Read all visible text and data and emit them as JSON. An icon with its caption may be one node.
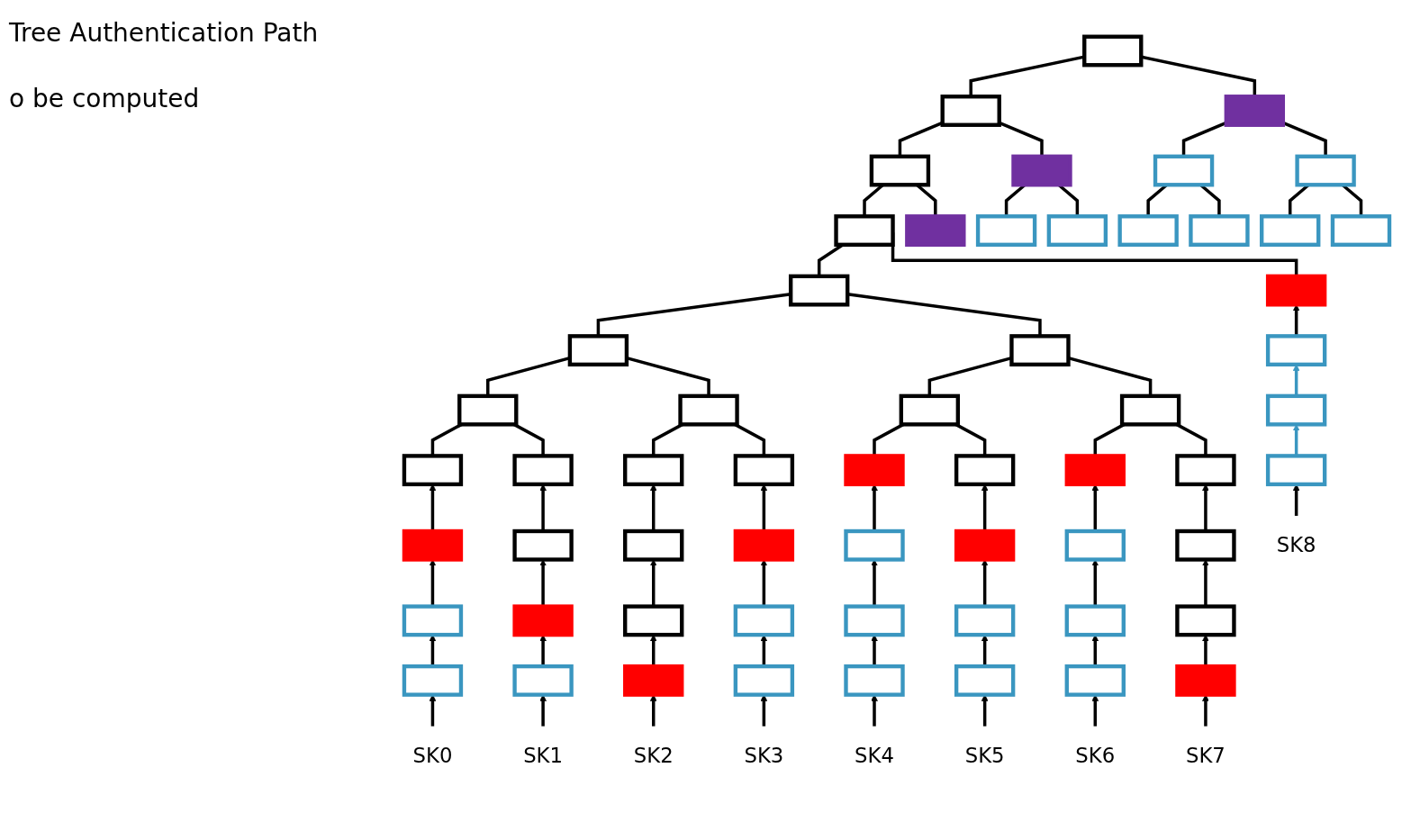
{
  "diagram": {
    "nodes": [
      {
        "text": [],
        "shape": "box"
      },
      {
        "text": [],
        "shape": "box"
      },
      {
        "text": [],
        "shape": "box"
      },
      {
        "text": [],
        "shape": "box"
      },
      {
        "text": [],
        "shape": "box"
      },
      {
        "text": [],
        "shape": "box"
      },
      {
        "text": [],
        "shape": "box"
      },
      {
        "text": [],
        "shape": "box"
      },
      {
        "text": [],
        "shape": "box"
      },
      {
        "text": [],
        "shape": "box"
      },
      {
        "text": [],
        "shape": "box"
      },
      {
        "text": [],
        "shape": "box"
      },
      {
        "text": [],
        "shape": "box"
      },
      {
        "text": [],
        "shape": "box"
      },
      {
        "text": [],
        "shape": "box"
      },
      {
        "text": [],
        "shape": "box"
      },
      {
        "text": [],
        "shape": "box"
      },
      {
        "text": [],
        "shape": "box"
      },
      {
        "text": [],
        "shape": "box"
      },
      {
        "text": [],
        "shape": "box"
      },
      {
        "text": [],
        "shape": "box"
      },
      {
        "text": [],
        "shape": "box"
      },
      {
        "text": [],
        "shape": "box"
      },
      {
        "text": [],
        "shape": "box"
      },
      {
        "text": [],
        "shape": "box"
      },
      {
        "text": [],
        "shape": "box"
      },
      {
        "text": [],
        "shape": "box"
      },
      {
        "text": [],
        "shape": "box"
      },
      {
        "text": [],
        "shape": "box"
      },
      {
        "text": [],
        "shape": "box"
      },
      {
        "text": [],
        "shape": "box"
      },
      {
        "text": [],
        "shape": "box"
      },
      {
        "text": [],
        "shape": "box"
      },
      {
        "text": [],
        "shape": "box"
      },
      {
        "text": [],
        "shape": "box"
      },
      {
        "text": [],
        "shape": "box"
      },
      {
        "text": [],
        "shape": "box"
      },
      {
        "text": [],
        "shape": "box"
      },
      {
        "text": [],
        "shape": "box"
      },
      {
        "text": [],
        "shape": "box"
      },
      {
        "text": [],
        "shape": "box"
      },
      {
        "text": [],
        "shape": "box"
      },
      {
        "text": [],
        "shape": "box"
      },
      {
        "text": [],
        "shape": "box"
      },
      {
        "text": [],
        "shape": "box"
      },
      {
        "text": [],
        "shape": "box"
      },
      {
        "text": [],
        "shape": "box"
      },
      {
        "text": [],
        "shape": "box"
      },
      {
        "text": [],
        "shape": "box"
      },
      {
        "text": [],
        "shape": "box"
      },
      {
        "text": [],
        "shape": "box"
      },
      {
        "text": [],
        "shape": "box"
      },
      {
        "text": [],
        "shape": "box"
      },
      {
        "text": [],
        "shape": "box"
      },
      {
        "text": [],
        "shape": "box"
      },
      {
        "text": [],
        "shape": "box"
      },
      {
        "text": [],
        "shape": "box"
      },
      {
        "text": [],
        "shape": "box"
      },
      {
        "text": [
          "SK0"
        ]
      },
      {
        "text": [
          "SK1"
        ]
      },
      {
        "text": [
          "SK2"
        ]
      },
      {
        "text": [
          "SK3"
        ]
      },
      {
        "text": [
          "SK4"
        ]
      },
      {
        "text": [
          "SK5"
        ]
      },
      {
        "text": [
          "SK6"
        ]
      },
      {
        "text": [
          "SK7"
        ]
      },
      {
        "text": [
          "SK8"
        ]
      }
    ],
    "edges": [
      {
        "from": 1,
        "to": 0,
        "arrow": "none"
      },
      {
        "from": 2,
        "to": 0,
        "arrow": "none"
      },
      {
        "from": 3,
        "to": 1,
        "arrow": "none"
      },
      {
        "from": 4,
        "to": 1,
        "arrow": "none"
      },
      {
        "from": 5,
        "to": 2,
        "arrow": "none"
      },
      {
        "from": 6,
        "to": 2,
        "arrow": "none"
      },
      {
        "from": 7,
        "to": 3,
        "arrow": "none"
      },
      {
        "from": 8,
        "to": 3,
        "arrow": "none"
      },
      {
        "from": 9,
        "to": 4,
        "arrow": "none"
      },
      {
        "from": 10,
        "to": 4,
        "arrow": "none"
      },
      {
        "from": 11,
        "to": 5,
        "arrow": "none"
      },
      {
        "from": 12,
        "to": 5,
        "arrow": "none"
      },
      {
        "from": 13,
        "to": 6,
        "arrow": "none"
      },
      {
        "from": 14,
        "to": 6,
        "arrow": "none"
      },
      {
        "from": 15,
        "to": 7,
        "arrow": "none"
      },
      {
        "from": 30,
        "to": 7,
        "arrow": "none"
      },
      {
        "from": 16,
        "to": 15,
        "arrow": "none"
      },
      {
        "from": 17,
        "to": 15,
        "arrow": "none"
      },
      {
        "from": 18,
        "to": 16,
        "arrow": "none"
      },
      {
        "from": 19,
        "to": 16,
        "arrow": "none"
      },
      {
        "from": 20,
        "to": 17,
        "arrow": "none"
      },
      {
        "from": 21,
        "to": 17,
        "arrow": "none"
      },
      {
        "from": 22,
        "to": 18,
        "arrow": "none"
      },
      {
        "from": 23,
        "to": 18,
        "arrow": "none"
      },
      {
        "from": 24,
        "to": 19,
        "arrow": "none"
      },
      {
        "from": 25,
        "to": 19,
        "arrow": "none"
      },
      {
        "from": 26,
        "to": 20,
        "arrow": "none"
      },
      {
        "from": 27,
        "to": 20,
        "arrow": "none"
      },
      {
        "from": 28,
        "to": 21,
        "arrow": "none"
      },
      {
        "from": 29,
        "to": 21,
        "arrow": "none"
      },
      {
        "from": 58,
        "to": 49,
        "arrow": "to"
      },
      {
        "from": 49,
        "to": 40,
        "arrow": "to"
      },
      {
        "from": 40,
        "to": 31,
        "arrow": "to"
      },
      {
        "from": 31,
        "to": 22,
        "arrow": "to"
      },
      {
        "from": 59,
        "to": 50,
        "arrow": "to"
      },
      {
        "from": 50,
        "to": 41,
        "arrow": "to"
      },
      {
        "from": 41,
        "to": 32,
        "arrow": "to"
      },
      {
        "from": 32,
        "to": 23,
        "arrow": "to"
      },
      {
        "from": 60,
        "to": 51,
        "arrow": "to"
      },
      {
        "from": 51,
        "to": 42,
        "arrow": "to"
      },
      {
        "from": 42,
        "to": 33,
        "arrow": "to"
      },
      {
        "from": 33,
        "to": 24,
        "arrow": "to"
      },
      {
        "from": 61,
        "to": 52,
        "arrow": "to"
      },
      {
        "from": 52,
        "to": 43,
        "arrow": "to"
      },
      {
        "from": 43,
        "to": 34,
        "arrow": "to"
      },
      {
        "from": 34,
        "to": 25,
        "arrow": "to"
      },
      {
        "from": 62,
        "to": 53,
        "arrow": "to"
      },
      {
        "from": 53,
        "to": 44,
        "arrow": "to"
      },
      {
        "from": 44,
        "to": 35,
        "arrow": "to"
      },
      {
        "from": 35,
        "to": 26,
        "arrow": "to"
      },
      {
        "from": 63,
        "to": 54,
        "arrow": "to"
      },
      {
        "from": 54,
        "to": 45,
        "arrow": "to"
      },
      {
        "from": 45,
        "to": 36,
        "arrow": "to"
      },
      {
        "from": 36,
        "to": 27,
        "arrow": "to"
      },
      {
        "from": 64,
        "to": 55,
        "arrow": "to"
      },
      {
        "from": 55,
        "to": 46,
        "arrow": "to"
      },
      {
        "from": 46,
        "to": 37,
        "arrow": "to"
      },
      {
        "from": 37,
        "to": 28,
        "arrow": "to"
      },
      {
        "from": 65,
        "to": 56,
        "arrow": "to"
      },
      {
        "from": 56,
        "to": 47,
        "arrow": "to"
      },
      {
        "from": 47,
        "to": 38,
        "arrow": "to"
      },
      {
        "from": 38,
        "to": 29,
        "arrow": "to"
      },
      {
        "from": 66,
        "to": 57,
        "arrow": "to"
      },
      {
        "from": 57,
        "to": 48,
        "arrow": "to",
        "color": "#3a96c0"
      },
      {
        "from": 48,
        "to": 39,
        "arrow": "to",
        "color": "#3a96c0"
      },
      {
        "from": 39,
        "to": 30,
        "arrow": "to"
      }
    ],
    "labels": [
      "Tree Authentication Path",
      "o be computed"
    ]
  }
}
